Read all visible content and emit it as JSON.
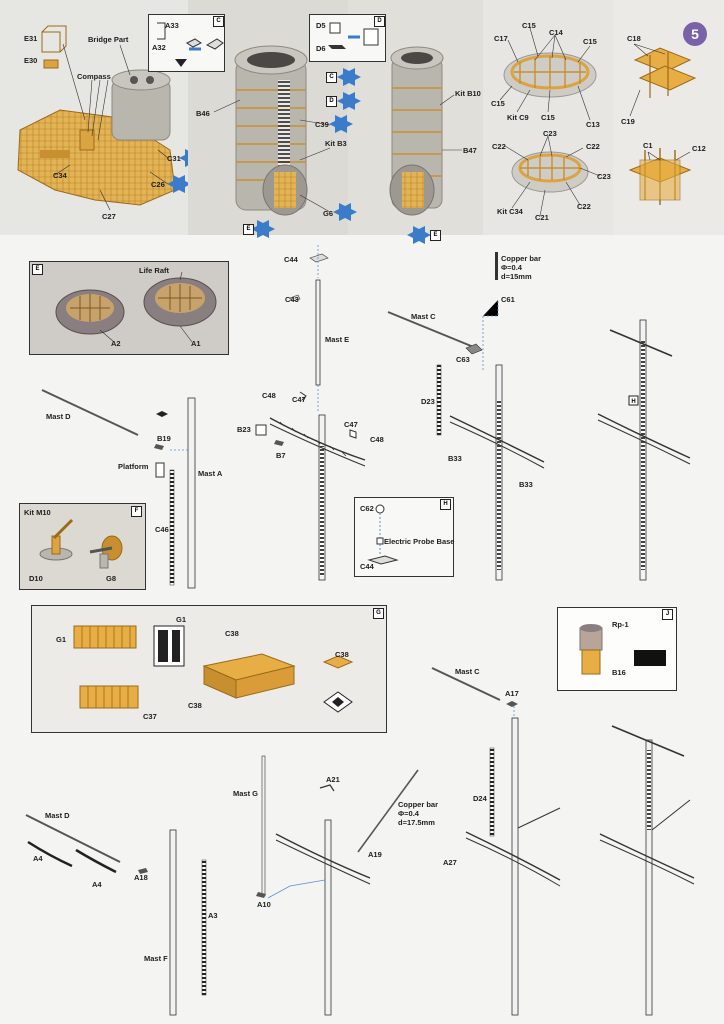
{
  "page": {
    "number": "5"
  },
  "colors": {
    "brass": "#d9a441",
    "brass_dark": "#9c6a18",
    "hull": "#b9b6ae",
    "raft": "#8a7f80",
    "arrow": "#3a7cc9",
    "line": "#333333",
    "leader": "#5a8fd0"
  },
  "top_bridge": {
    "bridge_part": "Bridge Part",
    "compass": "Compass",
    "e31": "E31",
    "e30": "E30",
    "c34": "C34",
    "c27": "C27",
    "c31": "C31",
    "c26": "C26"
  },
  "top_c": {
    "letter": "C",
    "a33": "A33",
    "a32": "A32"
  },
  "top_d": {
    "letter": "D",
    "d5": "D5",
    "d6": "D6"
  },
  "top_funnel": {
    "b46": "B46",
    "c": "C",
    "d": "D",
    "c39": "C39",
    "kit_b3": "Kit B3",
    "g6": "G6",
    "e1": "E",
    "kit_b10": "Kit B10",
    "b47": "B47",
    "e2": "E"
  },
  "top_raft": {
    "c15a": "C15",
    "c17": "C17",
    "c14": "C14",
    "c15b": "C15",
    "c15c": "C15",
    "kit_c9": "Kit C9",
    "c15d": "C15",
    "c13": "C13",
    "c23a": "C23",
    "c22a": "C22",
    "c22b": "C22",
    "c23b": "C23",
    "kit_c34": "Kit C34",
    "c21": "C21",
    "c22c": "C22"
  },
  "top_grid": {
    "c18": "C18",
    "c19": "C19",
    "c1": "C1",
    "c12": "C12"
  },
  "inset_e": {
    "letter": "E",
    "life_raft": "Life Raft",
    "a2": "A2",
    "a1": "A1"
  },
  "mast_e": {
    "c44": "C44",
    "c43": "C43",
    "mast_e": "Mast E",
    "c48a": "C48",
    "c47a": "C47",
    "b23": "B23",
    "b7": "B7",
    "c47b": "C47",
    "c48b": "C48"
  },
  "mast_c": {
    "copper_bar": "Copper bar",
    "dim1": "Φ=0.4",
    "dim2": "d=15mm",
    "c61": "C61",
    "mast_c": "Mast C",
    "c63": "C63",
    "d23": "D23",
    "b33a": "B33",
    "b33b": "B33",
    "h": "H"
  },
  "mast_a": {
    "mast_d": "Mast D",
    "b19": "B19",
    "platform": "Platform",
    "mast_a": "Mast A",
    "c46": "C46"
  },
  "inset_h": {
    "letter": "H",
    "c62": "C62",
    "probe": "Electric Probe Base",
    "c44": "C44"
  },
  "inset_f": {
    "letter": "F",
    "kit_m10": "Kit M10",
    "d10": "D10",
    "g8": "G8"
  },
  "inset_g": {
    "letter": "G",
    "g1a": "G1",
    "g1b": "G1",
    "c38a": "C38",
    "c38b": "C38",
    "c37": "C37",
    "c38c": "C38"
  },
  "inset_j": {
    "letter": "J",
    "rp1": "Rp-1",
    "b16": "B16"
  },
  "bottom_left": {
    "mast_d": "Mast D",
    "a4a": "A4",
    "a4b": "A4",
    "a18": "A18",
    "a3": "A3",
    "mast_f": "Mast F"
  },
  "bottom_mid": {
    "mast_g": "Mast G",
    "a21": "A21",
    "copper_bar": "Copper bar",
    "dim1": "Φ=0.4",
    "dim2": "d=17.5mm",
    "a19": "A19",
    "a10": "A10"
  },
  "bottom_right": {
    "mast_c": "Mast C",
    "a17": "A17",
    "d24": "D24",
    "a27": "A27"
  }
}
